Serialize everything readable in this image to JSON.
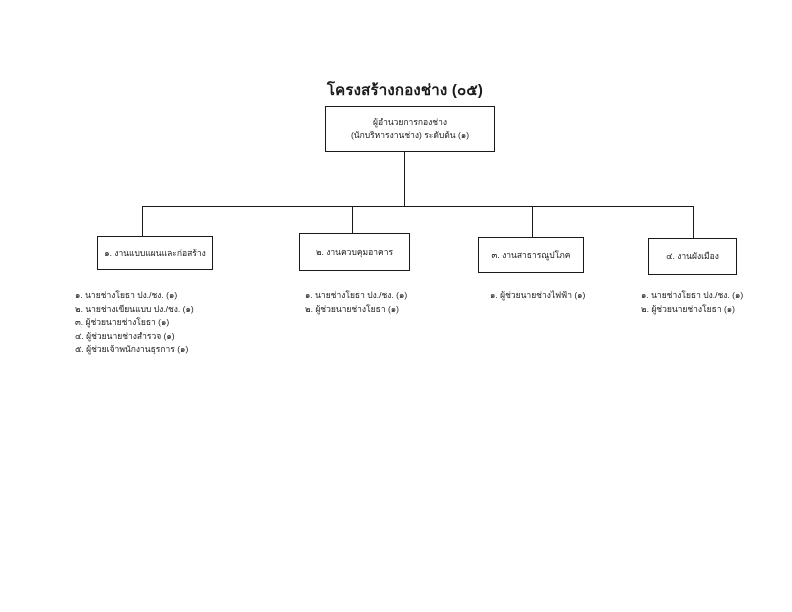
{
  "page": {
    "title": "โครงสร้างกองช่าง (๐๕)"
  },
  "director": {
    "line1": "ผู้อำนวยการกองช่าง",
    "line2": "(นักบริหารงานช่าง) ระดับต้น (๑)"
  },
  "units": [
    {
      "label": "๑. งานแบบแผนและก่อสร้าง",
      "staff": [
        "๑. นายช่างโยธา ปง./ชง. (๑)",
        "๒. นายช่างเขียนแบบ ปง./ชง. (๑)",
        "๓. ผู้ช่วยนายช่างโยธา (๑)",
        "๔. ผู้ช่วยนายช่างสำรวจ (๑)",
        "๕. ผู้ช่วยเจ้าพนักงานธุรการ (๑)"
      ]
    },
    {
      "label": "๒. งานควบคุมอาคาร",
      "staff": [
        "๑. นายช่างโยธา ปง./ชง. (๑)",
        "๒. ผู้ช่วยนายช่างโยธา (๑)"
      ]
    },
    {
      "label": "๓. งานสาธารณูปโภค",
      "staff": [
        "๑. ผู้ช่วยนายช่างไฟฟ้า (๑)"
      ]
    },
    {
      "label": "๔. งานผังเมือง",
      "staff": [
        "๑. นายช่างโยธา ปง./ชง. (๑)",
        "๒. ผู้ช่วยนายช่างโยธา (๑)"
      ]
    }
  ],
  "colors": {
    "background": "#ffffff",
    "text": "#1a1a1a",
    "border": "#1a1a1a",
    "line": "#1a1a1a"
  }
}
